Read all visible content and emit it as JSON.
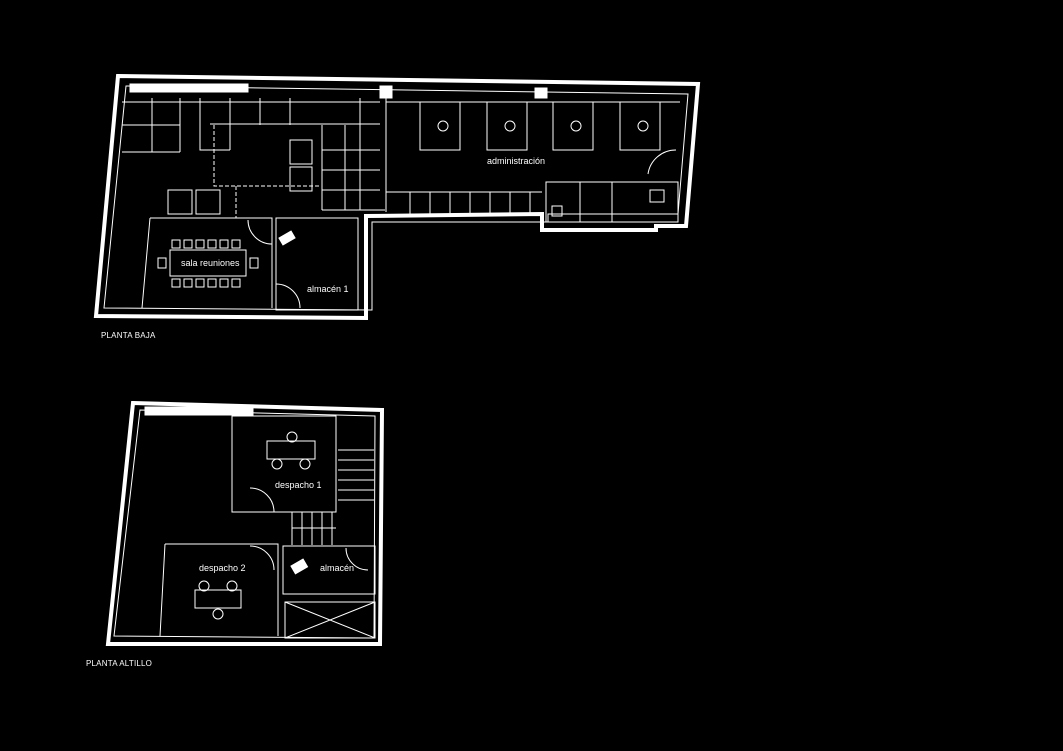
{
  "plans": [
    {
      "title": "PLANTA BAJA",
      "rooms": [
        "administración",
        "sala reuniones",
        "almacén 1"
      ]
    },
    {
      "title": "PLANTA ALTILLO",
      "rooms": [
        "despacho 1",
        "despacho 2",
        "almacén"
      ]
    }
  ],
  "colors": {
    "background": "#000000",
    "lines": "#ffffff"
  }
}
